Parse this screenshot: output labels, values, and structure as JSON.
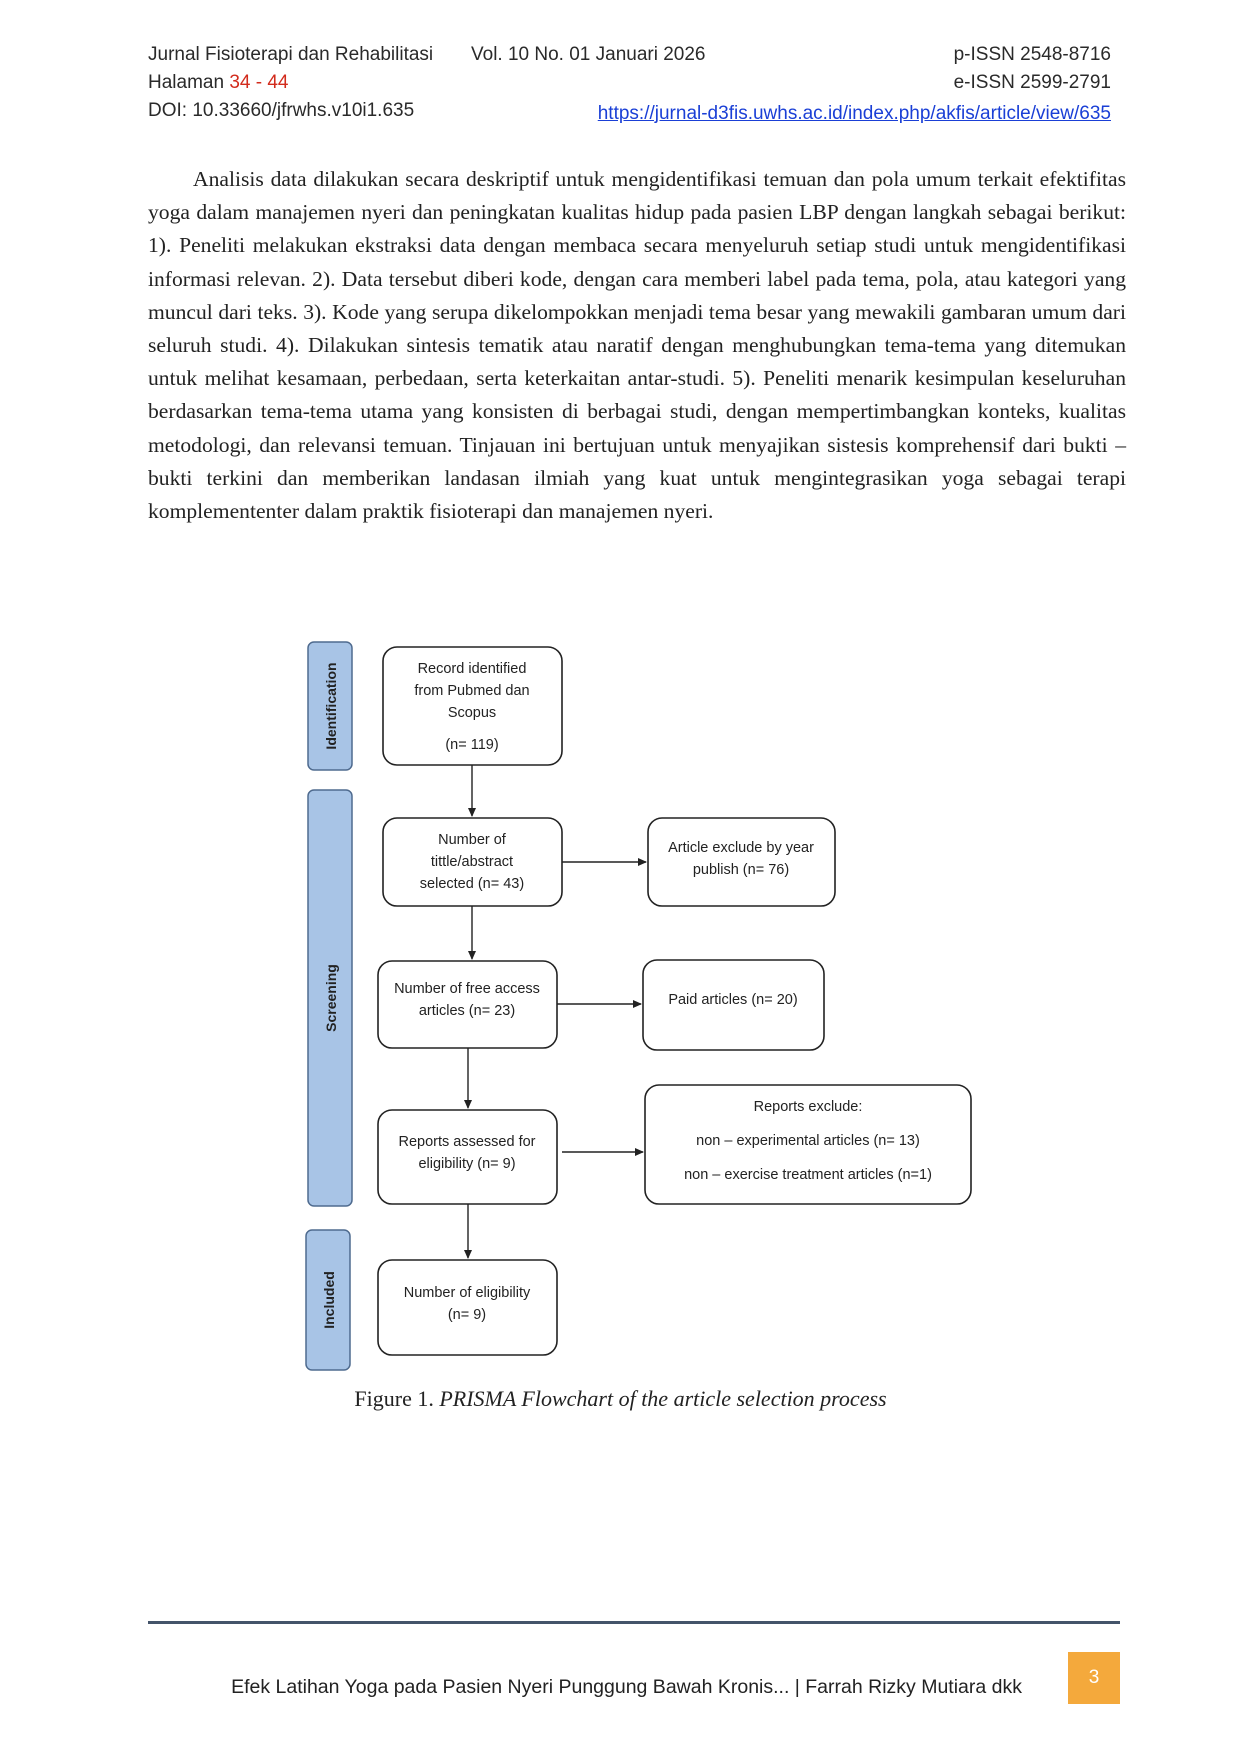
{
  "header": {
    "journal": "Jurnal Fisioterapi dan Rehabilitasi",
    "volume": "Vol. 10 No. 01 Januari 2026",
    "pissn": "p-ISSN 2548-8716",
    "eissn": "e-ISSN 2599-2791",
    "pages_label": "Halaman ",
    "pages_range": "34 - 44",
    "doi": "DOI: 10.33660/jfrwhs.v10i1.635",
    "url": "https://jurnal-d3fis.uwhs.ac.id/index.php/akfis/article/view/635"
  },
  "body": {
    "paragraph": "Analisis data dilakukan secara deskriptif untuk mengidentifikasi temuan dan pola umum terkait efektifitas yoga dalam manajemen nyeri dan peningkatan kualitas hidup pada pasien LBP dengan langkah sebagai berikut: 1). Peneliti melakukan ekstraksi data dengan membaca secara menyeluruh setiap studi untuk mengidentifikasi informasi relevan. 2). Data tersebut diberi kode, dengan cara memberi label pada tema, pola, atau kategori yang muncul dari teks. 3). Kode yang serupa dikelompokkan menjadi tema besar yang mewakili gambaran umum dari seluruh studi. 4). Dilakukan sintesis tematik atau naratif dengan menghubungkan tema-tema yang ditemukan untuk melihat kesamaan, perbedaan, serta keterkaitan antar-studi. 5). Peneliti menarik kesimpulan keseluruhan berdasarkan tema-tema utama yang konsisten di berbagai studi, dengan mempertimbangkan konteks, kualitas metodologi, dan relevansi temuan. Tinjauan ini bertujuan untuk menyajikan sistesis komprehensif dari bukti – bukti terkini dan memberikan landasan ilmiah yang kuat untuk mengintegrasikan yoga sebagai terapi komplemententer dalam praktik fisioterapi dan manajemen nyeri."
  },
  "flowchart": {
    "phases": {
      "identification": "Identification",
      "screening": "Screening",
      "included": "Included"
    },
    "boxes": {
      "identified": [
        "Record identified",
        "from Pubmed dan",
        "Scopus"
      ],
      "identified_n": "(n= 119)",
      "title_abstract": [
        "Number of",
        "tittle/abstract",
        "selected (n= 43)"
      ],
      "exclude_year": [
        "Article exclude by year",
        "publish (n= 76)"
      ],
      "free_access": [
        "Number of free access",
        "articles (n= 23)"
      ],
      "paid": "Paid articles (n= 20)",
      "assessed": [
        "Reports assessed for",
        "eligibility (n= 9)"
      ],
      "reports_exclude": [
        "Reports exclude:",
        "non – experimental articles (n= 13)",
        "non – exercise treatment articles (n=1)"
      ],
      "eligible": [
        "Number of eligibility",
        "(n= 9)"
      ]
    },
    "colors": {
      "phase_fill": "#a8c4e6",
      "phase_border": "#4f6b8f",
      "box_border": "#222222"
    }
  },
  "caption": {
    "prefix": "Figure 1. ",
    "title": "PRISMA Flowchart of the article selection process"
  },
  "footer": {
    "text": "Efek Latihan Yoga pada Pasien Nyeri Punggung Bawah Kronis... | Farrah Rizky Mutiara dkk",
    "page": "3",
    "page_color": "#f4a93c"
  }
}
